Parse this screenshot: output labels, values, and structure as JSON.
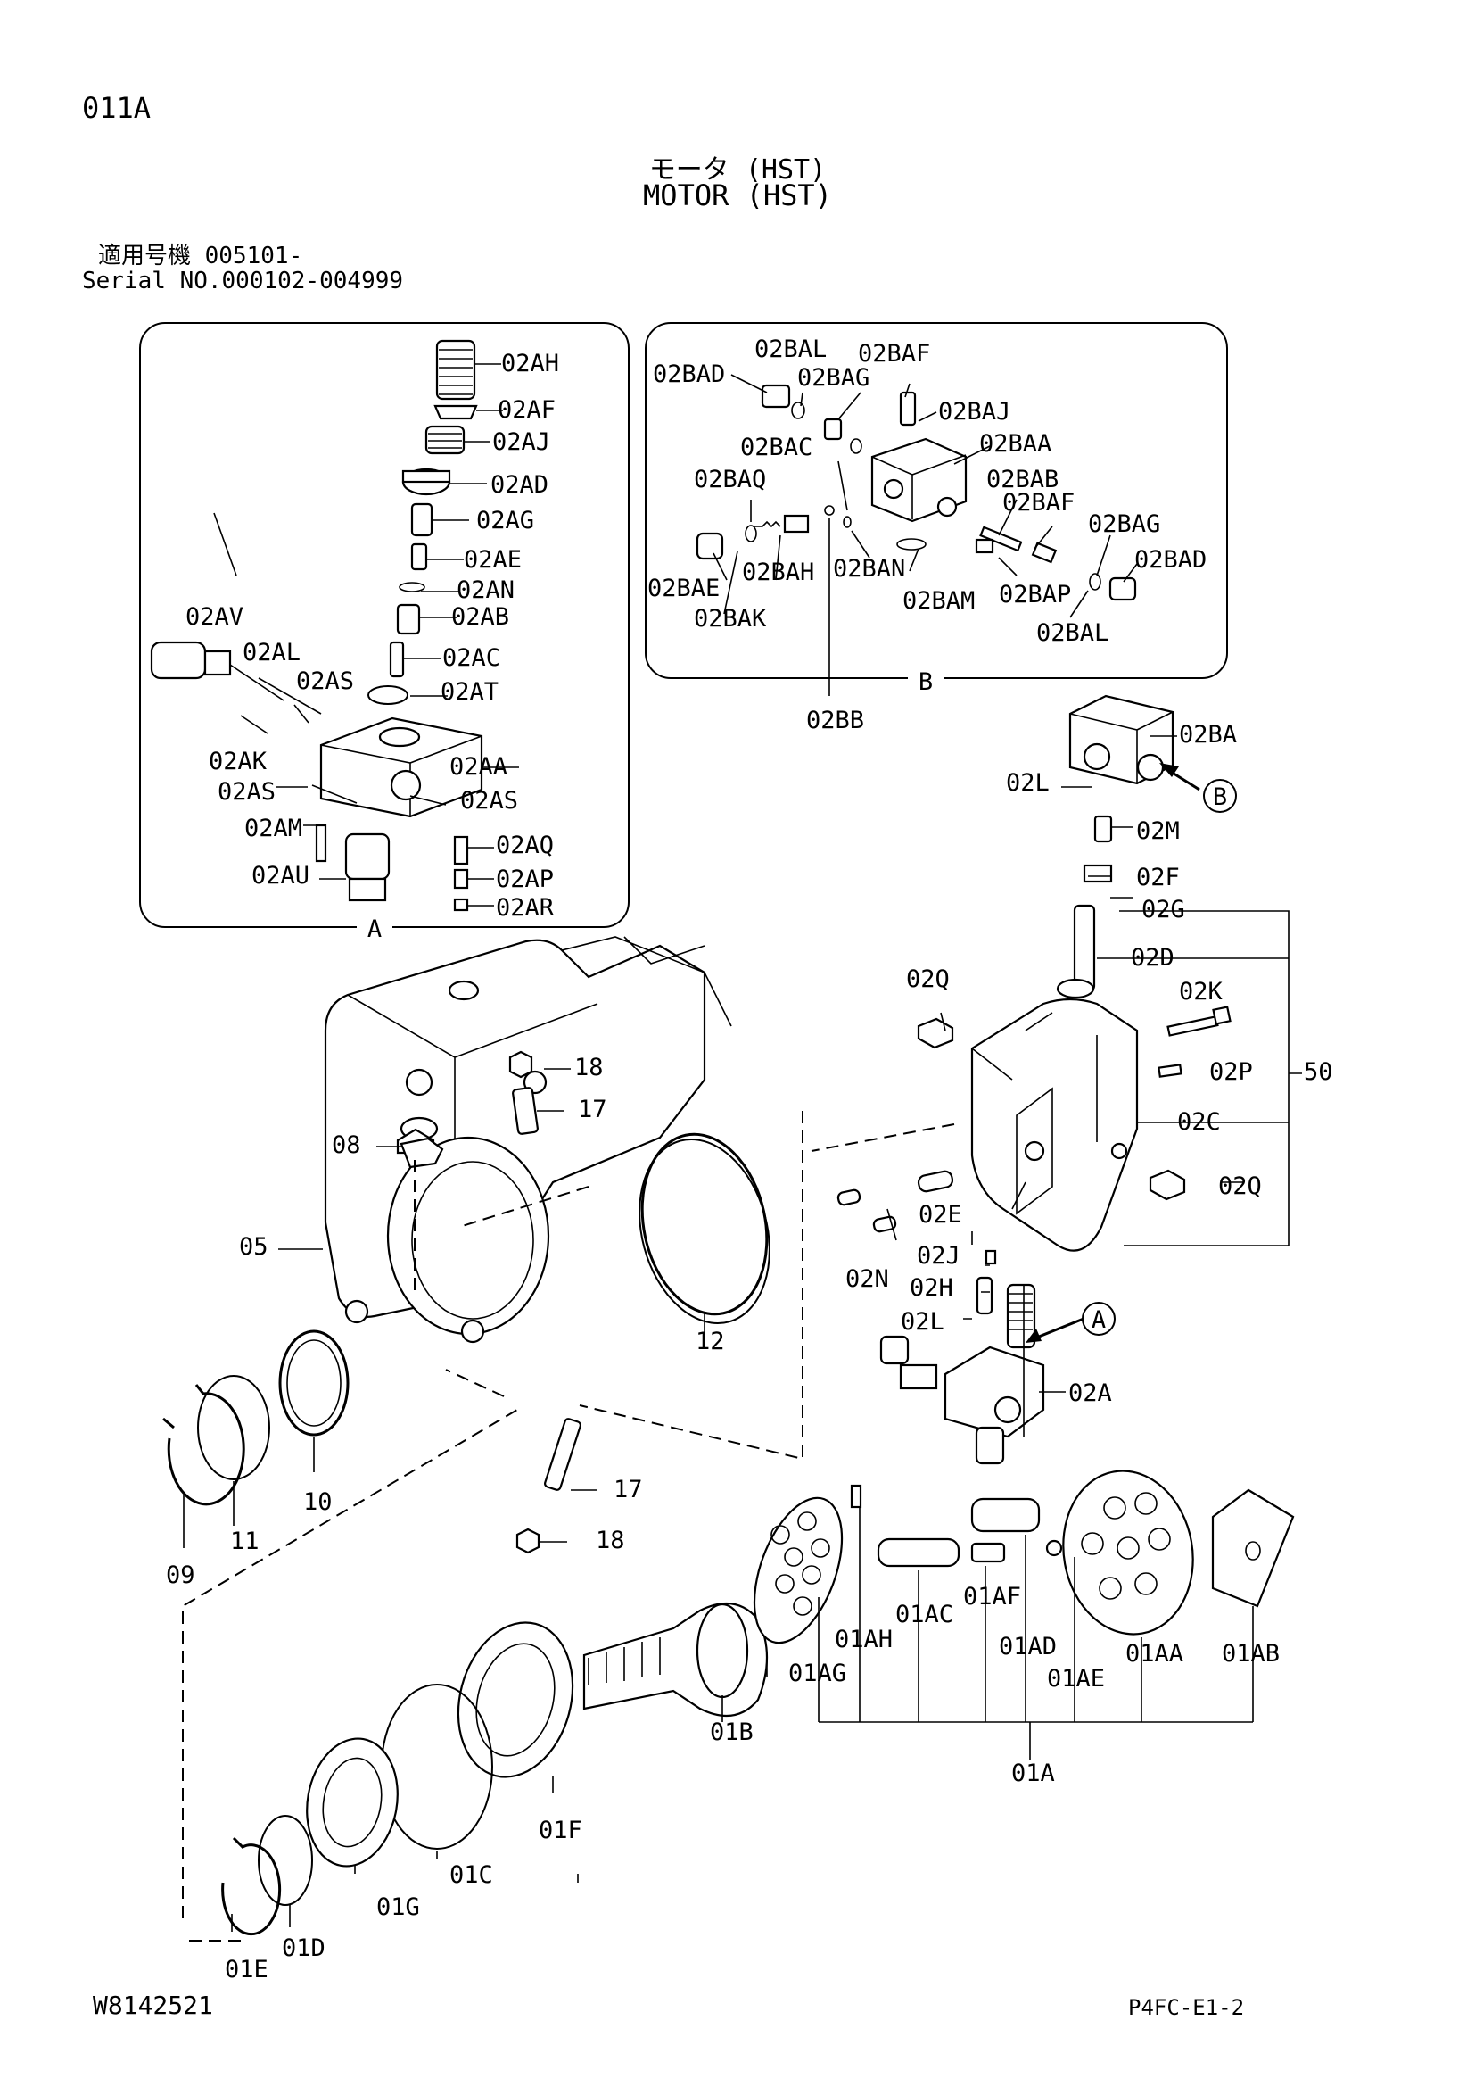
{
  "header": {
    "page_code": "011A",
    "title_jp": "モータ (HST)",
    "title_en": "MOTOR (HST)",
    "serial_jp": "適用号機 005101-",
    "serial_en": "Serial NO.000102-004999"
  },
  "footer": {
    "drawing_number": "W8142521",
    "page_ref": "P4FC-E1-2"
  },
  "detail_views": {
    "a": "A",
    "b": "B"
  },
  "labels": {
    "l02AH": "02AH",
    "l02AF": "02AF",
    "l02AJ": "02AJ",
    "l02AD": "02AD",
    "l02AG": "02AG",
    "l02AE": "02AE",
    "l02AN": "02AN",
    "l02AB": "02AB",
    "l02AC": "02AC",
    "l02AT": "02AT",
    "l02AV": "02AV",
    "l02AL": "02AL",
    "l02AS1": "02AS",
    "l02AK": "02AK",
    "l02AA": "02AA",
    "l02AS2": "02AS",
    "l02AS3": "02AS",
    "l02AM": "02AM",
    "l02AQ": "02AQ",
    "l02AU": "02AU",
    "l02AP": "02AP",
    "l02AR": "02AR",
    "l02BAD1": "02BAD",
    "l02BAL1": "02BAL",
    "l02BAG1": "02BAG",
    "l02BAF1": "02BAF",
    "l02BAJ": "02BAJ",
    "l02BAA": "02BAA",
    "l02BAC": "02BAC",
    "l02BAB": "02BAB",
    "l02BAQ": "02BAQ",
    "l02BAF2": "02BAF",
    "l02BAG2": "02BAG",
    "l02BAD2": "02BAD",
    "l02BAE": "02BAE",
    "l02BAH": "02BAH",
    "l02BAN": "02BAN",
    "l02BAM": "02BAM",
    "l02BAP": "02BAP",
    "l02BAK": "02BAK",
    "l02BAL2": "02BAL",
    "l02BB": "02BB",
    "l02BA": "02BA",
    "l02L1": "02L",
    "l02M": "02M",
    "l02F": "02F",
    "l02G": "02G",
    "l02D": "02D",
    "l02Q1": "02Q",
    "l02K": "02K",
    "l02P": "02P",
    "l50": "50",
    "l02C": "02C",
    "l02Q2": "02Q",
    "l02E": "02E",
    "l02J": "02J",
    "l02N": "02N",
    "l02H": "02H",
    "l02L2": "02L",
    "l02A": "02A",
    "l18a": "18",
    "l17a": "17",
    "l08": "08",
    "l05": "05",
    "l12": "12",
    "l10": "10",
    "l11": "11",
    "l09": "09",
    "l17b": "17",
    "l18b": "18",
    "l01AH": "01AH",
    "l01AC": "01AC",
    "l01AF": "01AF",
    "l01AD": "01AD",
    "l01AA": "01AA",
    "l01AB": "01AB",
    "l01AG": "01AG",
    "l01AE": "01AE",
    "l01B": "01B",
    "l01A": "01A",
    "l01F": "01F",
    "l01C": "01C",
    "l01G": "01G",
    "l01D": "01D",
    "l01E": "01E"
  },
  "callouts": {
    "a": "A",
    "b": "B"
  }
}
